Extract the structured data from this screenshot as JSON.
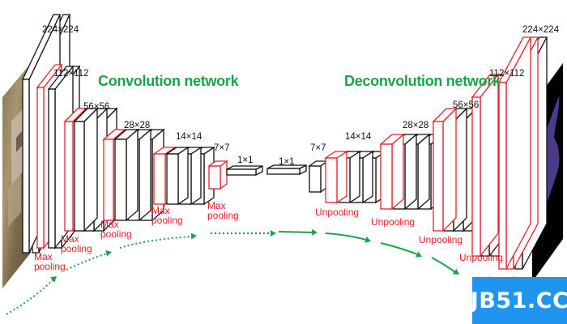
{
  "titles": {
    "conv": "Convolution network",
    "deconv": "Deconvolution network"
  },
  "dims": {
    "d224_left": "224×224",
    "d112_left": "112×112",
    "d56_left": "56×56",
    "d28_left": "28×28",
    "d14_left": "14×14",
    "d7_left": "7×7",
    "d1_left": "1×1",
    "d1_right": "1×1",
    "d7_right": "7×7",
    "d14_right": "14×14",
    "d28_right": "28×28",
    "d56_right": "56×56",
    "d112_right": "112×112",
    "d224_right": "224×224"
  },
  "labels": {
    "maxpool_1": "Max\npooling",
    "maxpool_2": "Max\npooling",
    "maxpool_3": "Max\npooling",
    "maxpool_4": "Max\npooling",
    "maxpool_5": "Max\npooling",
    "unpool_1": "Unpooling",
    "unpool_2": "Unpooling",
    "unpool_3": "Unpooling",
    "unpool_4": "Unpooling",
    "unpool_5": "Unpooling"
  },
  "watermark": "JB51.CC",
  "colors": {
    "green": "#1aa34a",
    "red": "#e8202a",
    "black": "#111111",
    "watermark_bg": "#1f95f0"
  }
}
